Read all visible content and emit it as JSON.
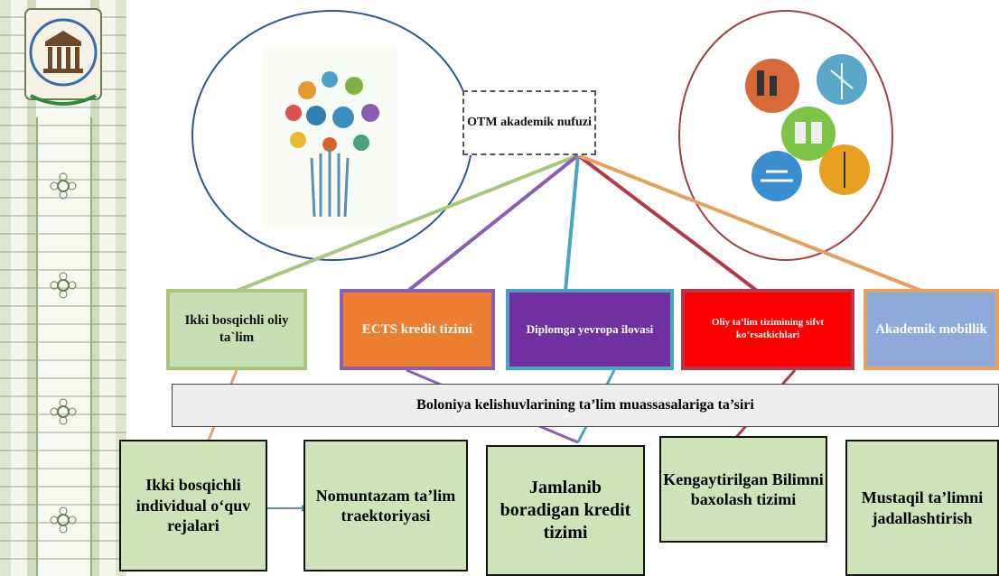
{
  "center_node": "OTM akademik nufuzi",
  "mid_boxes": [
    {
      "label": "Ikki bosqichli oliy ta`lim",
      "color": "#c6e0b4"
    },
    {
      "label": "ECTS kredit tizimi",
      "color": "#ed7d31"
    },
    {
      "label": "Diplomga yevropa ilovasi",
      "color": "#7030a0"
    },
    {
      "label": "Oliy ta’lim tizimining sifvt ko‘rsatkichlari",
      "color": "#ff0000"
    },
    {
      "label": "Akademik mobillik",
      "color": "#8eaadb"
    }
  ],
  "banner": "Boloniya kelishuvlarining ta’lim muassasalariga ta’siri",
  "bottom_boxes": [
    {
      "label": "Ikki bosqichli individual o‘quv rejalari"
    },
    {
      "label": "Nomuntazam ta’lim traektoriyasi"
    },
    {
      "label": "Jamlanib boradigan kredit tizimi"
    },
    {
      "label": "Kengaytirilgan Bilimni baxolash tizimi"
    },
    {
      "label": "Mustaqil ta’limni jadallashtirish"
    }
  ],
  "colors": {
    "line_green": "#a9c77a",
    "line_purple": "#8a5fb0",
    "line_teal": "#4aa3c7",
    "line_red": "#b03a4a",
    "line_orange": "#e8a060",
    "circle_left": "#2f5597",
    "circle_right": "#a04040"
  },
  "icons": [
    "emblem-icon",
    "tree-infographic-icon",
    "energy-collage-icon"
  ]
}
